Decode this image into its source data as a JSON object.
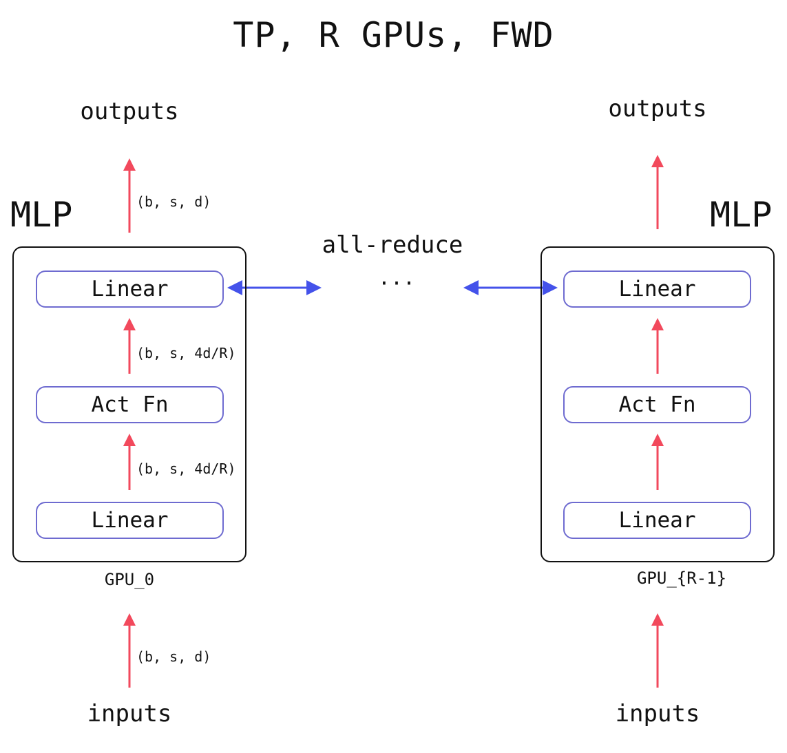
{
  "title": "TP, R GPUs, FWD",
  "colors": {
    "forward_arrow": "#F2495C",
    "comm_arrow": "#4452EA",
    "layer_border": "#6E6BD0",
    "box_border": "#111111"
  },
  "communication": {
    "label": "all-reduce",
    "ellipsis": "···"
  },
  "gpu_first": {
    "outputs_label": "outputs",
    "inputs_label": "inputs",
    "block_label": "MLP",
    "gpu_label": "GPU_0",
    "layers": [
      "Linear",
      "Act Fn",
      "Linear"
    ],
    "shapes": {
      "output": "(b, s, d)",
      "act_to_linear": "(b, s, 4d/R)",
      "linear_to_act": "(b, s, 4d/R)",
      "input": "(b, s, d)"
    }
  },
  "gpu_last": {
    "outputs_label": "outputs",
    "inputs_label": "inputs",
    "block_label": "MLP",
    "gpu_label": "GPU_{R-1}",
    "layers": [
      "Linear",
      "Act Fn",
      "Linear"
    ]
  }
}
